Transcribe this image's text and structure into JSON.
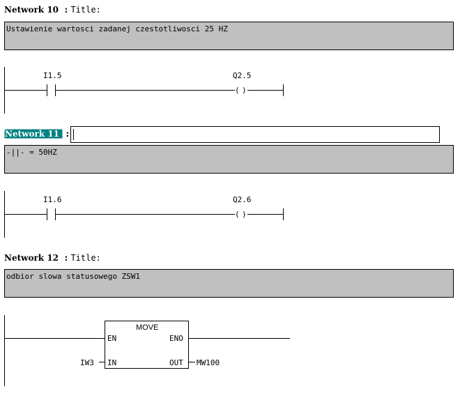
{
  "networks": [
    {
      "label": "Network",
      "number": "10",
      "title_label": "Title:",
      "comment": "Ustawienie wartosci zadanej czestotliwosci 25 HZ",
      "contact": "I1.5",
      "coil": "Q2.5"
    },
    {
      "label": "Network",
      "number": "11",
      "title_label": "",
      "comment": "-||- = 50HZ",
      "contact": "I1.6",
      "coil": "Q2.6",
      "selected": true
    },
    {
      "label": "Network",
      "number": "12",
      "title_label": "Title:",
      "comment": "odbior slowa statusowego ZSW1",
      "block": {
        "name": "MOVE",
        "en": "EN",
        "eno": "ENO",
        "in": "IN",
        "out": "OUT",
        "in_operand": "IW3",
        "out_operand": "MW100"
      }
    }
  ],
  "colors": {
    "comment_bg": "#c0c0c0",
    "selection_bg": "#008080",
    "line": "#000000"
  },
  "icons": {
    "contact": "normally-open-contact-icon",
    "coil": "output-coil-icon",
    "block": "move-block-icon"
  }
}
